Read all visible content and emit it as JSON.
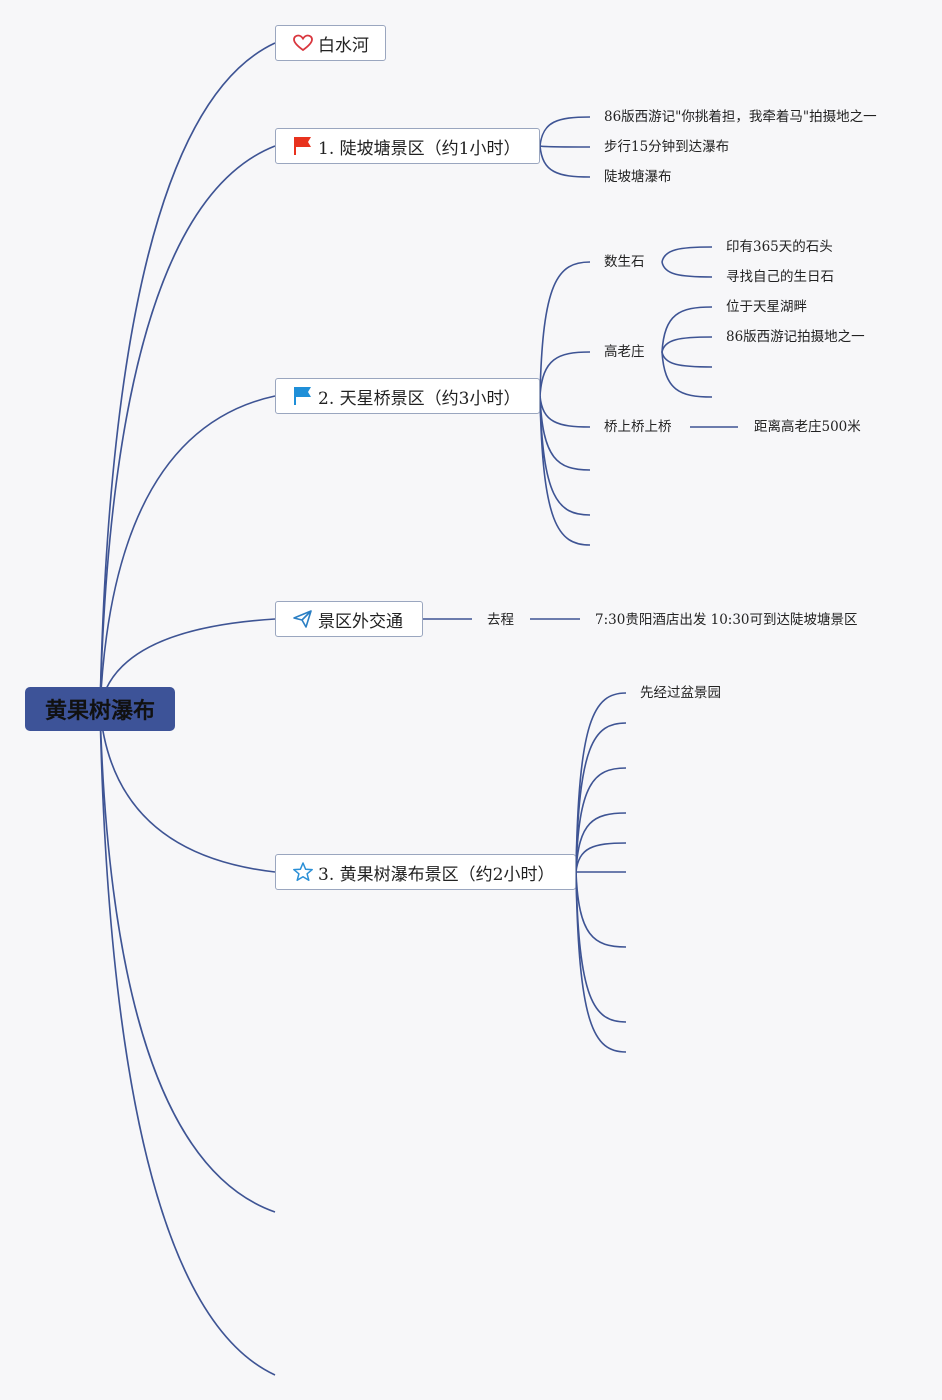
{
  "root": {
    "label": "黄果树瀑布"
  },
  "topics": {
    "baishuihe": {
      "label": "白水河",
      "icon": "heart-icon"
    },
    "doupotang": {
      "label": "1. 陡坡塘景区（约1小时）",
      "icon": "red-flag-icon"
    },
    "tianxingqiao": {
      "label": "2. 天星桥景区（约3小时）",
      "icon": "blue-flag-icon"
    },
    "transport": {
      "label": "景区外交通",
      "icon": "paper-plane-icon"
    },
    "huangguoshu": {
      "label": "3. 黄果树瀑布景区（约2小时）",
      "icon": "star-icon"
    }
  },
  "leaves": {
    "doupotang_1": "86版西游记\"你挑着担，我牵着马\"拍摄地之一",
    "doupotang_2": "步行15分钟到达瀑布",
    "doupotang_3": "陡坡塘瀑布",
    "shushengshi": "数生石",
    "shushengshi_1": "印有365天的石头",
    "shushengshi_2": "寻找自己的生日石",
    "gaolaozhuang": "高老庄",
    "gaolaozhuang_1": "位于天星湖畔",
    "gaolaozhuang_2": "86版西游记拍摄地之一",
    "qiaoshang": "桥上桥上桥",
    "qiaoshang_1": "距离高老庄500米",
    "quchen": "去程",
    "quchen_1": "7:30贵阳酒店出发 10:30可到达陡坡塘景区",
    "huangguoshu_1": "先经过盆景园"
  },
  "colors": {
    "edge": "#3e5494",
    "root": "#3d5398",
    "heart": "#d9363e",
    "red_flag": "#e8321e",
    "blue_flag": "#1f8fd8",
    "plane": "#2a7fc4",
    "star": "#2a8fd6"
  }
}
